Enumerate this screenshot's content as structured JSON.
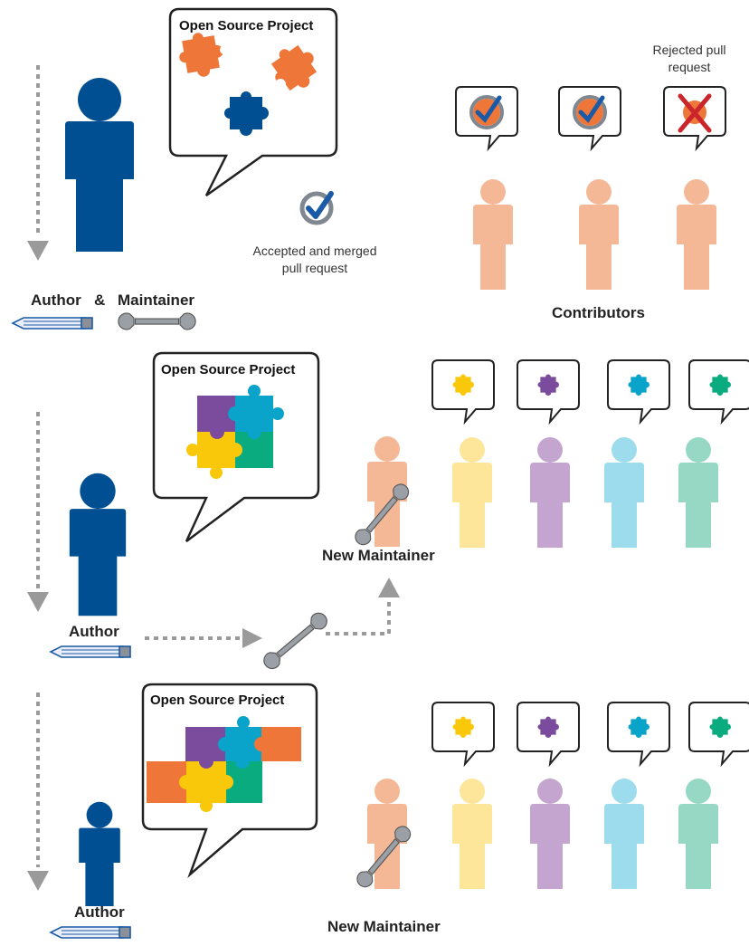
{
  "colors": {
    "author": "#004f92",
    "contributor_orange": "#f5b896",
    "piece_orange": "#ee7639",
    "piece_purple": "#7b4b9d",
    "piece_teal": "#0aa3c9",
    "piece_yellow": "#f9c80a",
    "piece_green": "#0aab7e",
    "check_blue": "#1a5aa6",
    "reject_red": "#c9252b",
    "arrow_gray": "#9a9a9a"
  },
  "icons": [
    "puzzle-piece-icon",
    "check-icon",
    "reject-x-icon",
    "pencil-icon",
    "wrench-icon",
    "person-icon",
    "dotted-arrow-icon"
  ],
  "panel1": {
    "bubble_title": "Open Source Project",
    "accepted_label_line1": "Accepted and merged",
    "accepted_label_line2": "pull request",
    "rejected_label_line1": "Rejected pull",
    "rejected_label_line2": "request",
    "author_label": "Author",
    "amp": "&",
    "maintainer_label": "Maintainer",
    "contributors_label": "Contributors"
  },
  "panel2": {
    "bubble_title": "Open Source Project",
    "author_label": "Author",
    "new_maintainer_label": "New Maintainer"
  },
  "panel3": {
    "bubble_title": "Open Source Project",
    "author_label": "Author",
    "new_maintainer_label": "New Maintainer"
  }
}
